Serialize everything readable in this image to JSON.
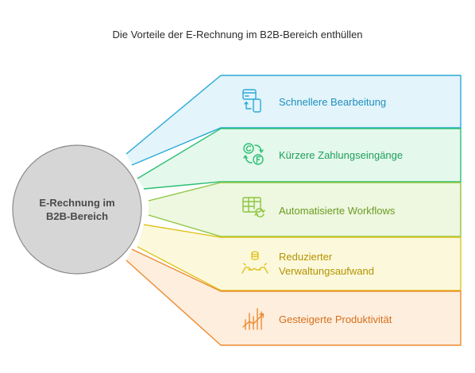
{
  "title": "Die Vorteile der E-Rechnung im B2B-Bereich enthüllen",
  "center": {
    "line1": "E-Rechnung im",
    "line2": "B2B-Bereich"
  },
  "items": [
    {
      "lines": [
        "Schnellere Bearbeitung"
      ],
      "icon": "invoice-to-phone-icon",
      "stroke": "#29a9d8",
      "fill": "#e3f4fb",
      "text": "#1f8fbd"
    },
    {
      "lines": [
        "Kürzere Zahlungseingänge"
      ],
      "icon": "currency-exchange-icon",
      "stroke": "#2cbf73",
      "fill": "#e4f8ec",
      "text": "#1f9e5c"
    },
    {
      "lines": [
        "Automatisierte Workflows"
      ],
      "icon": "table-refresh-icon",
      "stroke": "#8cc63f",
      "fill": "#eef7df",
      "text": "#6a9d22"
    },
    {
      "lines": [
        "Reduzierter",
        "Verwaltungsaufwand"
      ],
      "icon": "coins-hands-icon",
      "stroke": "#e0c321",
      "fill": "#fcf8dc",
      "text": "#b39400"
    },
    {
      "lines": [
        "Gesteigerte Produktivität"
      ],
      "icon": "growth-chart-icon",
      "stroke": "#ee8a2f",
      "fill": "#fdeede",
      "text": "#d7701d"
    }
  ]
}
